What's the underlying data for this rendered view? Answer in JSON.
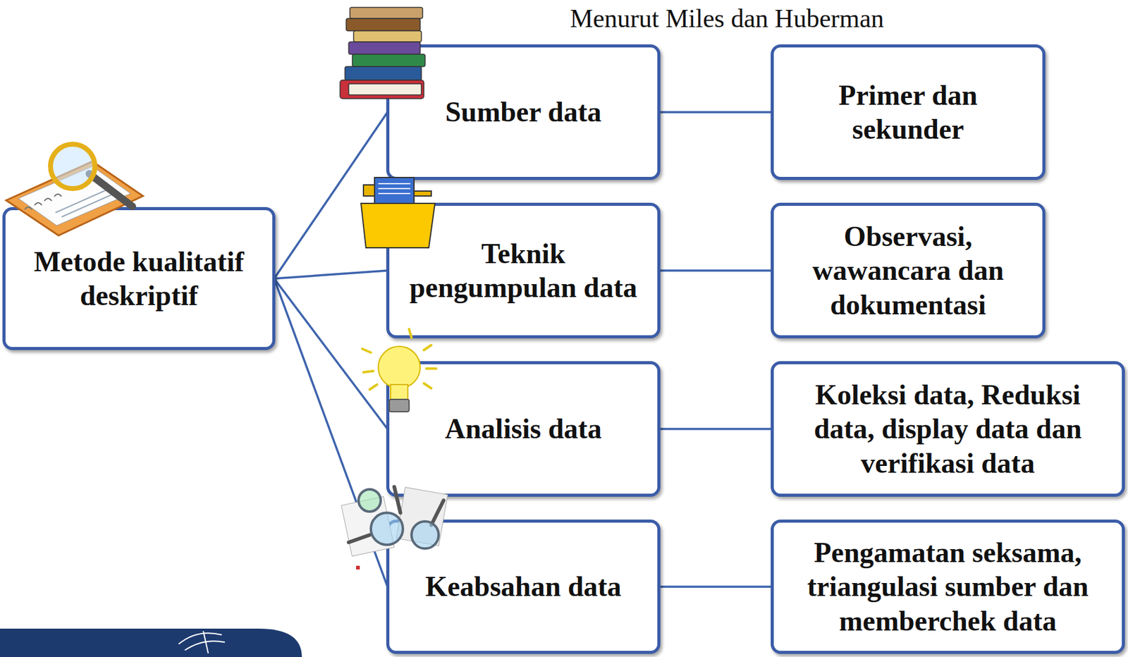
{
  "diagram": {
    "title": "Menurut Miles dan Huberman",
    "nodes": [
      {
        "text": [
          "Metode kualitatif deskriptif"
        ]
      },
      {
        "text": [
          "Sumber data"
        ]
      },
      {
        "text": [
          "Primer dan sekunder"
        ]
      },
      {
        "text": [
          "Teknik pengumpulan data"
        ]
      },
      {
        "text": [
          "Observasi, wawancara dan dokumentasi"
        ]
      },
      {
        "text": [
          "Analisis data"
        ]
      },
      {
        "text": [
          "Koleksi data, Reduksi data, display data dan verifikasi data"
        ]
      },
      {
        "text": [
          "Keabsahan data"
        ]
      },
      {
        "text": [
          "Pengamatan seksama, triangulasi sumber dan memberchek data"
        ]
      }
    ],
    "edges": [
      {
        "from": 0,
        "to": 1,
        "arrow": "none"
      },
      {
        "from": 0,
        "to": 3,
        "arrow": "none"
      },
      {
        "from": 0,
        "to": 5,
        "arrow": "none"
      },
      {
        "from": 0,
        "to": 7,
        "arrow": "none"
      },
      {
        "from": 1,
        "to": 2,
        "arrow": "none"
      },
      {
        "from": 3,
        "to": 4,
        "arrow": "none"
      },
      {
        "from": 5,
        "to": 6,
        "arrow": "none"
      },
      {
        "from": 7,
        "to": 8,
        "arrow": "none"
      }
    ]
  }
}
